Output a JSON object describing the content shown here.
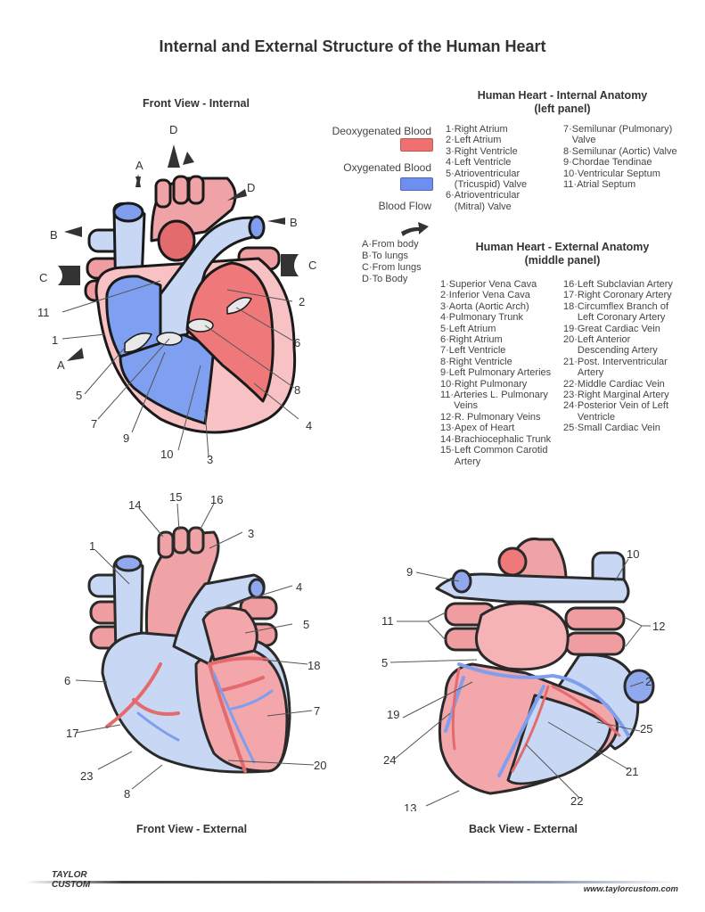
{
  "page_title": "Internal and External Structure of the Human Heart",
  "views": {
    "front_internal": "Front View - Internal",
    "front_external": "Front View - External",
    "back_external": "Back View - External"
  },
  "legend": {
    "deoxygenated_label": "Deoxygenated Blood",
    "deoxygenated_color": "#ef7070",
    "oxygenated_label": "Oxygenated Blood",
    "oxygenated_color": "#6f8ff0",
    "flow_label": "Blood Flow",
    "flow_keys": [
      {
        "key": "A",
        "text": "From body"
      },
      {
        "key": "B",
        "text": "To lungs"
      },
      {
        "key": "C",
        "text": "From lungs"
      },
      {
        "key": "D",
        "text": "To Body"
      }
    ]
  },
  "internal_panel": {
    "heading_line1": "Human Heart - Internal Anatomy",
    "heading_line2": "(left panel)",
    "col1": [
      {
        "n": "1",
        "t": "Right Atrium"
      },
      {
        "n": "2",
        "t": "Left Atrium"
      },
      {
        "n": "3",
        "t": "Right Ventricle"
      },
      {
        "n": "4",
        "t": "Left Ventricle"
      },
      {
        "n": "5",
        "t": "Atrioventricular (Tricuspid) Valve"
      },
      {
        "n": "6",
        "t": "Atrioventricular (Mitral) Valve"
      }
    ],
    "col2": [
      {
        "n": "7",
        "t": "Semilunar (Pulmonary) Valve"
      },
      {
        "n": "8",
        "t": "Semilunar (Aortic) Valve"
      },
      {
        "n": "9",
        "t": "Chordae Tendinae"
      },
      {
        "n": "10",
        "t": "Ventricular Septum"
      },
      {
        "n": "11",
        "t": "Atrial Septum"
      }
    ]
  },
  "external_panel": {
    "heading_line1": "Human Heart - External Anatomy",
    "heading_line2": "(middle panel)",
    "col1": [
      {
        "n": "1",
        "t": "Superior Vena Cava"
      },
      {
        "n": "2",
        "t": "Inferior Vena Cava"
      },
      {
        "n": "3",
        "t": "Aorta (Aortic Arch)"
      },
      {
        "n": "4",
        "t": "Pulmonary Trunk"
      },
      {
        "n": "5",
        "t": "Left Atrium"
      },
      {
        "n": "6",
        "t": "Right Atrium"
      },
      {
        "n": "7",
        "t": "Left Ventricle"
      },
      {
        "n": "8",
        "t": "Right Ventricle"
      },
      {
        "n": "9",
        "t": "Left Pulmonary Arteries"
      },
      {
        "n": "10",
        "t": "Right Pulmonary"
      },
      {
        "n": "11",
        "t": "Arteries L. Pulmonary Veins"
      },
      {
        "n": "12",
        "t": "R. Pulmonary Veins"
      },
      {
        "n": "13",
        "t": "Apex of Heart"
      },
      {
        "n": "14",
        "t": "Brachiocephalic Trunk"
      },
      {
        "n": "15",
        "t": "Left Common Carotid Artery"
      }
    ],
    "col2": [
      {
        "n": "16",
        "t": "Left Subclavian Artery"
      },
      {
        "n": "17",
        "t": "Right Coronary Artery"
      },
      {
        "n": "18",
        "t": "Circumflex Branch of Left Coronary Artery"
      },
      {
        "n": "19",
        "t": "Great Cardiac Vein"
      },
      {
        "n": "20",
        "t": "Left Anterior Descending Artery"
      },
      {
        "n": "21",
        "t": "Post. Interventricular Artery"
      },
      {
        "n": "22",
        "t": "Middle Cardiac Vein"
      },
      {
        "n": "23",
        "t": "Right Marginal Artery"
      },
      {
        "n": "24",
        "t": "Posterior Vein of Left Ventricle"
      },
      {
        "n": "25",
        "t": "Small Cardiac Vein"
      }
    ]
  },
  "internal_labels": [
    "1",
    "2",
    "3",
    "4",
    "5",
    "6",
    "7",
    "8",
    "9",
    "10",
    "11"
  ],
  "internal_flow_labels": [
    "A",
    "A",
    "B",
    "B",
    "C",
    "C",
    "D",
    "D"
  ],
  "front_labels": [
    "1",
    "3",
    "4",
    "5",
    "6",
    "7",
    "8",
    "14",
    "15",
    "16",
    "17",
    "18",
    "20",
    "23"
  ],
  "back_labels": [
    "2",
    "5",
    "9",
    "10",
    "11",
    "12",
    "13",
    "19",
    "21",
    "22",
    "24",
    "25"
  ],
  "footer": {
    "logo_line1": "TAYLOR",
    "logo_line2": "CUSTOM",
    "url": "www.taylorcustom.com"
  }
}
